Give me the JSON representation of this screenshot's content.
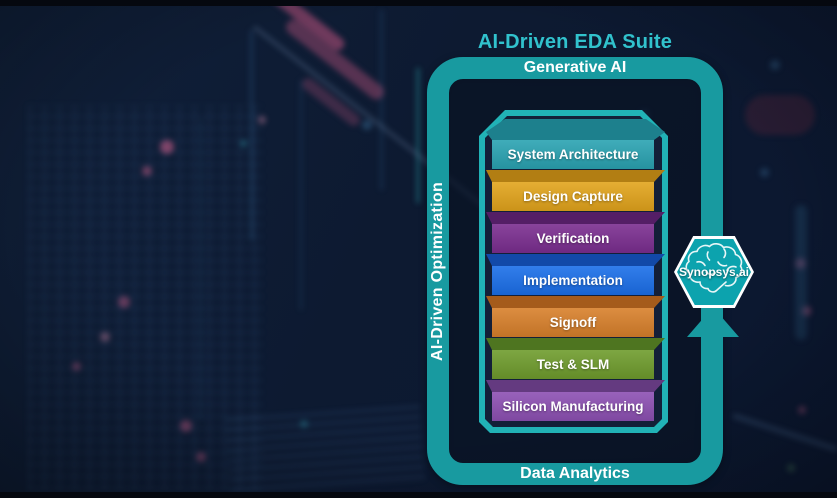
{
  "title": {
    "text": "AI-Driven EDA Suite"
  },
  "loop": {
    "top_label": "Generative AI",
    "left_label": "AI-Driven Optimization",
    "bottom_label": "Data Analytics"
  },
  "badge": {
    "label": "Synopsys.ai",
    "icon": "brain-icon",
    "shape": "hexagon"
  },
  "pipeline": {
    "stages": [
      {
        "label": "System Architecture",
        "front_color": "#2aa3b2",
        "top_color": "#1d808d"
      },
      {
        "label": "Design Capture",
        "front_color": "#e2a41c",
        "top_color": "#b27e13"
      },
      {
        "label": "Verification",
        "front_color": "#7b2e90",
        "top_color": "#541e66"
      },
      {
        "label": "Implementation",
        "front_color": "#1b6fe9",
        "top_color": "#1249a8"
      },
      {
        "label": "Signoff",
        "front_color": "#d8802b",
        "top_color": "#a55b1b"
      },
      {
        "label": "Test & SLM",
        "front_color": "#6f9c2d",
        "top_color": "#4e7520"
      },
      {
        "label": "Silicon Manufacturing",
        "front_color": "#8d50b3",
        "top_color": "#643a80"
      }
    ]
  },
  "colors": {
    "background": "#0d1a30",
    "loop_teal": "#189aa0",
    "title_teal": "#31c2cd",
    "container_border": "#21b2b6",
    "container_fill": "#131f38",
    "badge_fill": "#0ca3ae",
    "label_text": "#ffffff"
  }
}
